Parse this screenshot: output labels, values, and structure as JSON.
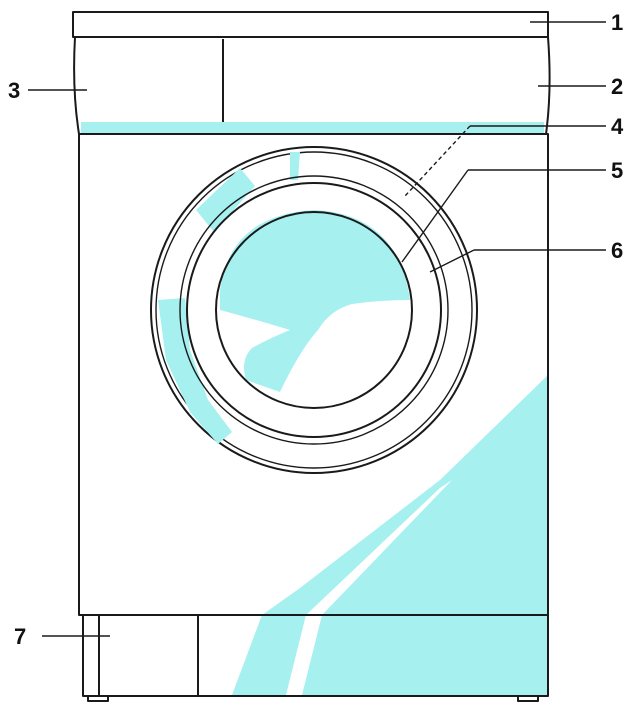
{
  "colors": {
    "tint": "#a6f0f0",
    "tint_strong": "#7deaea",
    "outline": "#1a1a1a",
    "background": "#ffffff"
  },
  "callouts": [
    {
      "id": "1",
      "label": "1"
    },
    {
      "id": "2",
      "label": "2"
    },
    {
      "id": "3",
      "label": "3"
    },
    {
      "id": "4",
      "label": "4"
    },
    {
      "id": "5",
      "label": "5"
    },
    {
      "id": "6",
      "label": "6"
    },
    {
      "id": "7",
      "label": "7"
    }
  ]
}
